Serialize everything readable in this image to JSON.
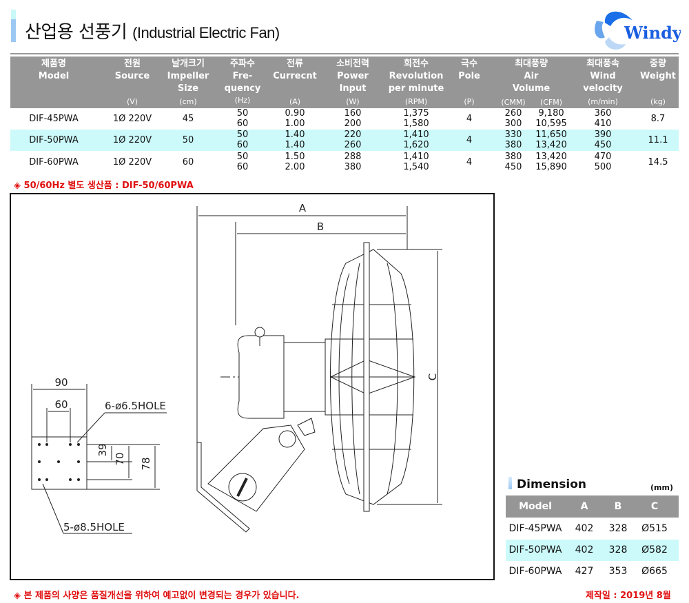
{
  "header": {
    "title_ko": "산업용 선풍기",
    "title_en": "(Industrial Electric Fan)",
    "logo_text": "Windy"
  },
  "spec_table": {
    "columns": [
      {
        "ko": "제품명",
        "en": "Model",
        "unit": ""
      },
      {
        "ko": "전원",
        "en": "Source",
        "unit": "(V)"
      },
      {
        "ko": "날개크기",
        "en": "Impeller",
        "en2": "Size",
        "unit": "(cm)"
      },
      {
        "ko": "주파수",
        "en": "Fre-",
        "en2": "quency",
        "unit": "(Hz)"
      },
      {
        "ko": "전류",
        "en": "Currecnt",
        "unit": "(A)"
      },
      {
        "ko": "소비전력",
        "en": "Power",
        "en2": "Input",
        "unit": "(W)"
      },
      {
        "ko": "회전수",
        "en": "Revolution",
        "en2": "per minute",
        "unit": "(RPM)"
      },
      {
        "ko": "극수",
        "en": "Pole",
        "unit": "(P)"
      },
      {
        "ko": "최대풍량",
        "en": "Air",
        "en2": "Volume",
        "unit": "(CMM)",
        "unit2": "(CFM)"
      },
      {
        "ko": "최대풍속",
        "en": "Wind",
        "en2": "velocity",
        "unit": "(m/min)"
      },
      {
        "ko": "중량",
        "en": "Weight",
        "unit": "(kg)"
      }
    ],
    "rows": [
      {
        "model": "DIF-45PWA",
        "source": "1Ø 220V",
        "size": "45",
        "hz": [
          "50",
          "60"
        ],
        "amp": [
          "0.90",
          "1.00"
        ],
        "watt": [
          "160",
          "200"
        ],
        "rpm": [
          "1,375",
          "1,580"
        ],
        "pole": "4",
        "cmm": [
          "260",
          "300"
        ],
        "cfm": [
          "9,180",
          "10,595"
        ],
        "wind": [
          "360",
          "410"
        ],
        "kg": "8.7"
      },
      {
        "model": "DIF-50PWA",
        "source": "1Ø 220V",
        "size": "50",
        "hz": [
          "50",
          "60"
        ],
        "amp": [
          "1.40",
          "1.40"
        ],
        "watt": [
          "220",
          "260"
        ],
        "rpm": [
          "1,410",
          "1,620"
        ],
        "pole": "4",
        "cmm": [
          "330",
          "380"
        ],
        "cfm": [
          "11,650",
          "13,420"
        ],
        "wind": [
          "390",
          "450"
        ],
        "kg": "11.1"
      },
      {
        "model": "DIF-60PWA",
        "source": "1Ø 220V",
        "size": "60",
        "hz": [
          "50",
          "60"
        ],
        "amp": [
          "1.50",
          "2.00"
        ],
        "watt": [
          "288",
          "380"
        ],
        "rpm": [
          "1,410",
          "1,540"
        ],
        "pole": "4",
        "cmm": [
          "380",
          "450"
        ],
        "cfm": [
          "13,420",
          "15,890"
        ],
        "wind": [
          "470",
          "500"
        ],
        "kg": "14.5"
      }
    ]
  },
  "notes": {
    "top": "◈ 50/60Hz 별도 생산품 : DIF-50/60PWA",
    "bottom": "◈ 본 제품의 사양은 품질개선을 위하여 예고없이 변경되는 경우가 있습니다.",
    "date": "제작일 : 2019년 8월"
  },
  "drawing": {
    "A": "A",
    "B": "B",
    "C": "C",
    "w90": "90",
    "w60": "60",
    "hole1": "6-ø6.5HOLE",
    "h39": "39",
    "h70": "70",
    "h78": "78",
    "hole2": "5-ø8.5HOLE"
  },
  "dimension": {
    "title": "Dimension",
    "unit": "(mm)",
    "headers": [
      "Model",
      "A",
      "B",
      "C"
    ],
    "rows": [
      [
        "DIF-45PWA",
        "402",
        "328",
        "Ø515"
      ],
      [
        "DIF-50PWA",
        "402",
        "328",
        "Ø582"
      ],
      [
        "DIF-60PWA",
        "427",
        "353",
        "Ø665"
      ]
    ]
  }
}
